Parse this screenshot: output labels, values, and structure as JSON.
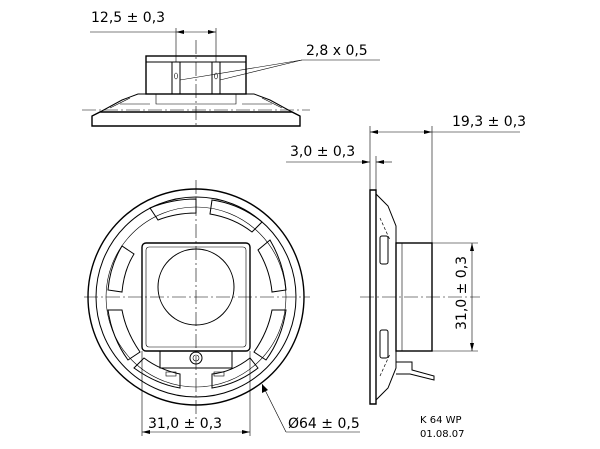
{
  "dimensions": {
    "terminal_spacing": "12,5 ± 0,3",
    "terminal_size": "2,8  x  0,5",
    "overall_depth": "19,3 ± 0,3",
    "flange_thickness": "3,0 ± 0,3",
    "magnet_height": "31,0 ± 0,3",
    "magnet_width": "31,0 ± 0,3",
    "diameter": "Ø64 ± 0,5"
  },
  "title_block": {
    "model": "K 64  WP",
    "date": "01.08.07"
  }
}
